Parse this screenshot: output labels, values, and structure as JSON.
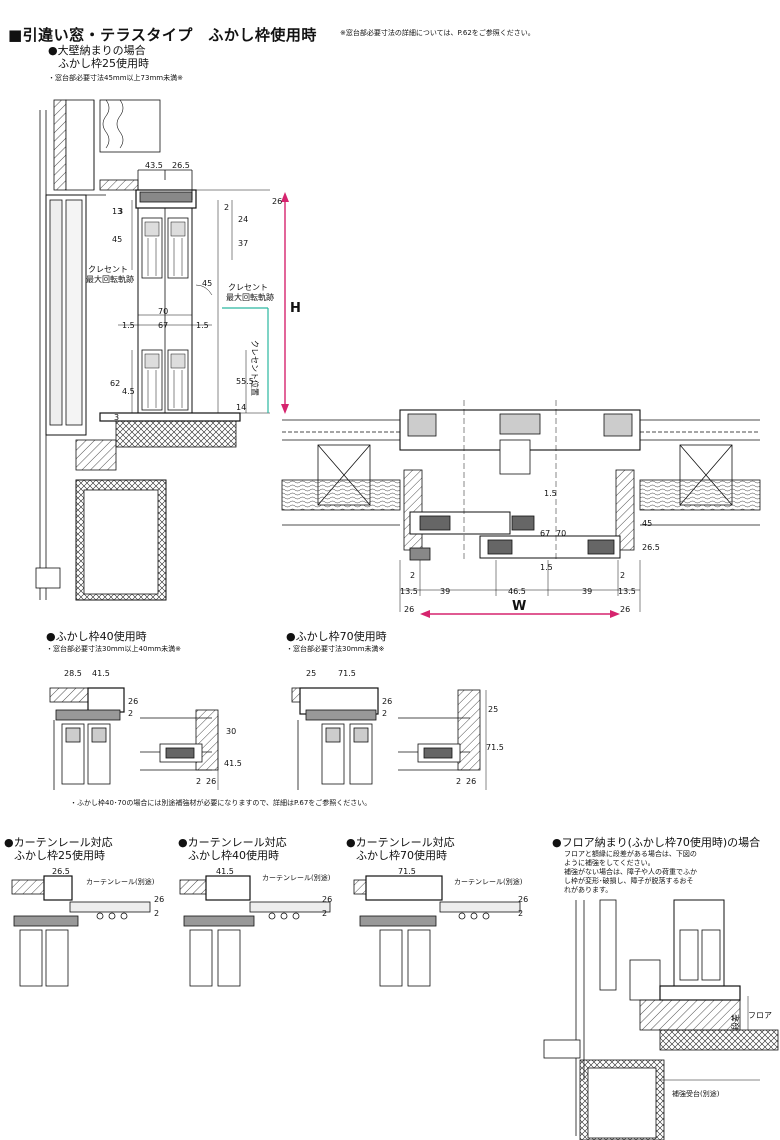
{
  "title": "■引違い窓・テラスタイプ　ふかし枠使用時",
  "title_note": "※窓台部必要寸法の詳細については、P.62をご参照ください。",
  "sections": {
    "s25": {
      "heading": "●大壁納まりの場合",
      "sub": "ふかし枠25使用時",
      "note": "・窓台部必要寸法45mm以上73mm未満※"
    },
    "s40": {
      "heading": "●ふかし枠40使用時",
      "note": "・窓台部必要寸法30mm以上40mm未満※"
    },
    "s70": {
      "heading": "●ふかし枠70使用時",
      "note": "・窓台部必要寸法30mm未満※"
    },
    "reinforce_note": "・ふかし枠40･70の場合には別途補強材が必要になりますので、詳細はP.67をご参照ください。",
    "c25": {
      "heading": "●カーテンレール対応",
      "sub": "ふかし枠25使用時"
    },
    "c40": {
      "heading": "●カーテンレール対応",
      "sub": "ふかし枠40使用時"
    },
    "c70": {
      "heading": "●カーテンレール対応",
      "sub": "ふかし枠70使用時"
    },
    "floor": {
      "heading": "●フロア納まり(ふかし枠70使用時)の場合",
      "lines": [
        "フロアと額縁に段差がある場合は、下図の",
        "ように補強をしてください。",
        "補強がない場合は、障子や人の荷重でふか",
        "し枠が変形･破損し、障子が脱落するおそ",
        "れがあります。"
      ],
      "step_label": "段差",
      "floor_label": "フロア",
      "support_label": "補強受台(別途)"
    }
  },
  "labels": {
    "crescent": "クレセント",
    "crescent_track": "最大回転軌跡",
    "crescent_pos": "クレセント位置",
    "curtain_rail": "カーテンレール(別途)",
    "H": "H",
    "W": "W"
  },
  "dims": {
    "main_top": [
      "43.5",
      "26.5"
    ],
    "main_right": [
      "2",
      "24",
      "37",
      "26"
    ],
    "main_left": [
      "13",
      "3",
      "45"
    ],
    "main_mid": [
      "70",
      "1.5",
      "67",
      "1.5"
    ],
    "main_low": [
      "62",
      "4.5",
      "3",
      "55.5",
      "14"
    ],
    "main_45": "45",
    "plan_left": [
      "1.5",
      "67",
      "70",
      "1.5",
      "45",
      "26.5"
    ],
    "plan_bottom": [
      "2",
      "13.5",
      "39",
      "46.5",
      "39",
      "13.5",
      "2",
      "26",
      "26"
    ],
    "f40": [
      "28.5",
      "41.5",
      "2",
      "26",
      "30",
      "41.5",
      "2",
      "26"
    ],
    "f70": [
      "25",
      "71.5",
      "2",
      "26",
      "25",
      "71.5",
      "2",
      "26"
    ],
    "c25": [
      "26.5",
      "26",
      "2"
    ],
    "c40": [
      "41.5",
      "26",
      "2"
    ],
    "c70": [
      "71.5",
      "26",
      "2"
    ]
  },
  "colors": {
    "accent": "#d6246e",
    "green": "#2ab8a0",
    "line": "#111111"
  }
}
